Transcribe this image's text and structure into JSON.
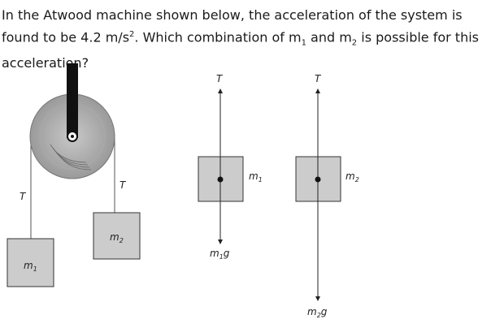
{
  "question": {
    "part1": "In the Atwood machine shown below, the acceleration of the system is found to be 4.2 m/s",
    "sup": "2",
    "part2": ". Which combination of m",
    "sub1": "1",
    "part3": " and m",
    "sub2": "2",
    "part4": " is possible for this acceleration?"
  },
  "diagram": {
    "tension_label": "T",
    "mass1_main": "m",
    "mass1_sub": "1",
    "mass2_main": "m",
    "mass2_sub": "2",
    "weight1_main": "m",
    "weight1_sub": "1",
    "weight1_suffix": "g",
    "weight2_main": "m",
    "weight2_sub": "2",
    "weight2_suffix": "g"
  }
}
